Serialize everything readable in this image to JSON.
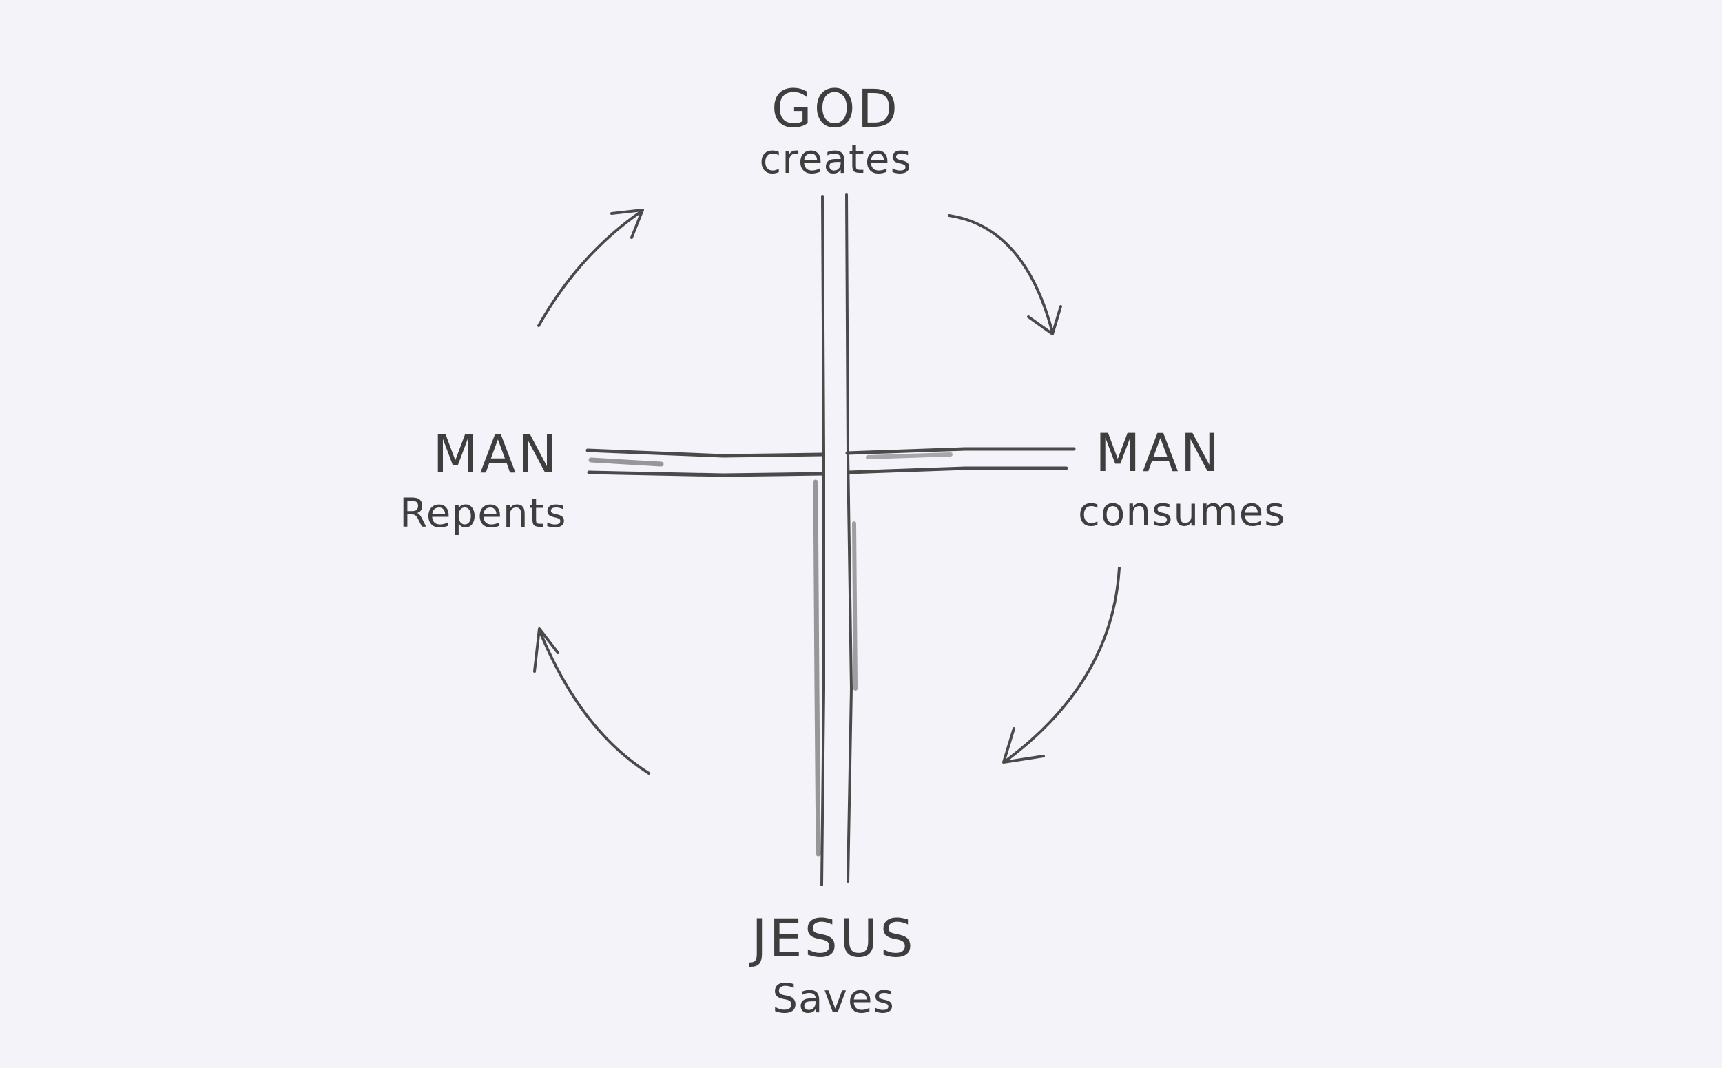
{
  "nodes": {
    "top": {
      "title": "GOD",
      "verb": "creates"
    },
    "right": {
      "title": "MAN",
      "verb": "consumes"
    },
    "bottom": {
      "title": "JESUS",
      "verb": "Saves"
    },
    "left": {
      "title": "MAN",
      "verb": "Repents"
    }
  },
  "colors": {
    "paper": "#f4f3fa",
    "pencil": "#4a4a4a"
  }
}
